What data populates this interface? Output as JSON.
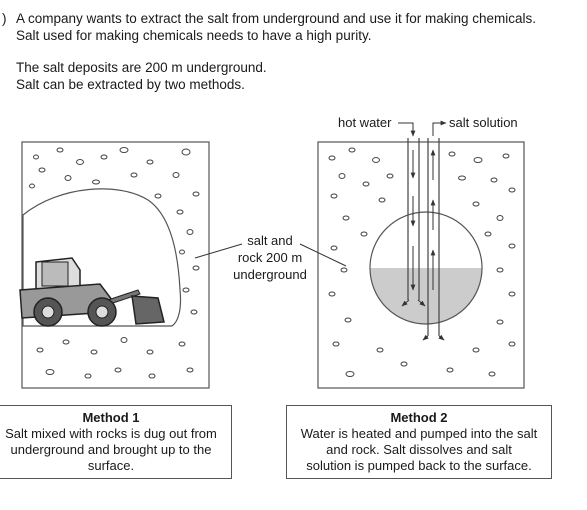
{
  "question": {
    "number": ")",
    "line1": "A company wants to extract the salt from underground and use it for making chemicals.",
    "line2": "Salt used for making chemicals needs to have a high purity.",
    "line3": "The salt deposits are 200 m underground.",
    "line4": "Salt can be extracted by two methods."
  },
  "diagram": {
    "hot_water": "hot water",
    "salt_solution": "salt solution",
    "center_label_1": "salt and",
    "center_label_2": "rock 200 m",
    "center_label_3": "underground"
  },
  "method1": {
    "title": "Method 1",
    "text": "Salt mixed with rocks is dug out from\nunderground and brought up to the\nsurface."
  },
  "method2": {
    "title": "Method 2",
    "text": "Water is heated and pumped into the salt\nand rock. Salt dissolves and salt\nsolution is pumped back to the surface."
  }
}
